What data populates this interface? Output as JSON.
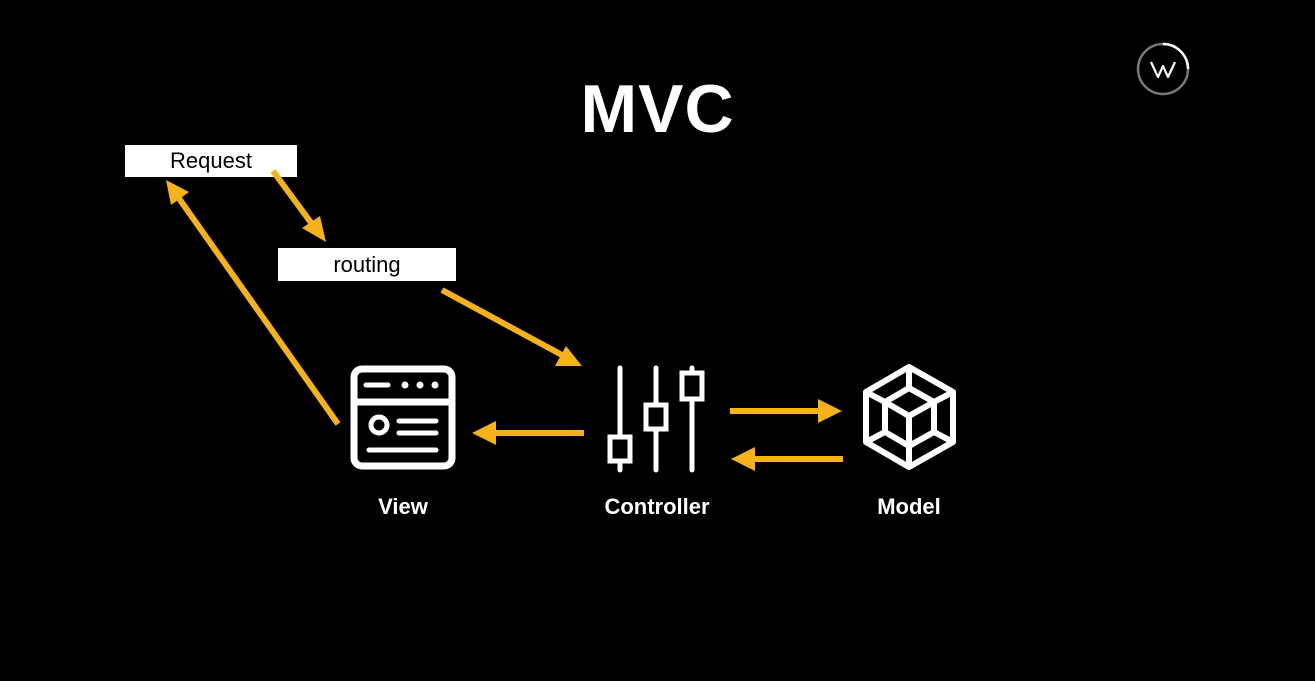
{
  "title": "MVC",
  "request_label": "Request",
  "routing_label": "routing",
  "nodes": {
    "view": "View",
    "controller": "Controller",
    "model": "Model"
  },
  "colors": {
    "background": "#000000",
    "arrow": "#F5B21A",
    "icon": "#FFFFFF"
  },
  "icons": {
    "view": "browser-window-icon",
    "controller": "sliders-icon",
    "model": "cube-icon",
    "logo": "channel-logo-icon"
  }
}
